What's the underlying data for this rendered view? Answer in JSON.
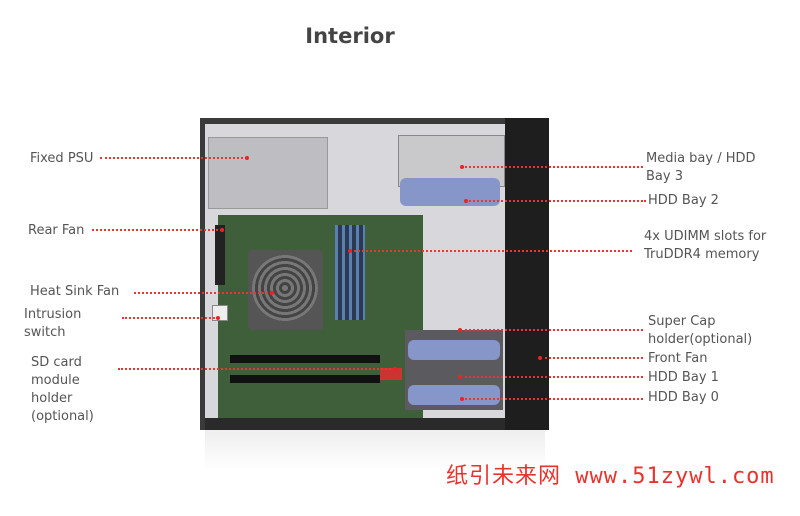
{
  "title": "Interior",
  "labels_left": [
    {
      "id": "fixed-psu",
      "text": "Fixed PSU"
    },
    {
      "id": "rear-fan",
      "text": "Rear Fan"
    },
    {
      "id": "heat-sink-fan",
      "text": "Heat Sink Fan"
    },
    {
      "id": "intrusion-switch",
      "text": "Intrusion switch"
    },
    {
      "id": "sd-card",
      "text": "SD card module holder (optional)"
    }
  ],
  "labels_right": [
    {
      "id": "media-bay",
      "text": "Media bay / HDD Bay 3"
    },
    {
      "id": "hdd-bay-2",
      "text": "HDD Bay 2"
    },
    {
      "id": "udimm",
      "text": "4x UDIMM slots for TruDDR4 memory"
    },
    {
      "id": "super-cap",
      "text": "Super Cap holder(optional)"
    },
    {
      "id": "front-fan",
      "text": "Front Fan"
    },
    {
      "id": "hdd-bay-1",
      "text": "HDD Bay 1"
    },
    {
      "id": "hdd-bay-0",
      "text": "HDD Bay 0"
    }
  ],
  "watermark": "纸引未来网 www.51zywl.com"
}
